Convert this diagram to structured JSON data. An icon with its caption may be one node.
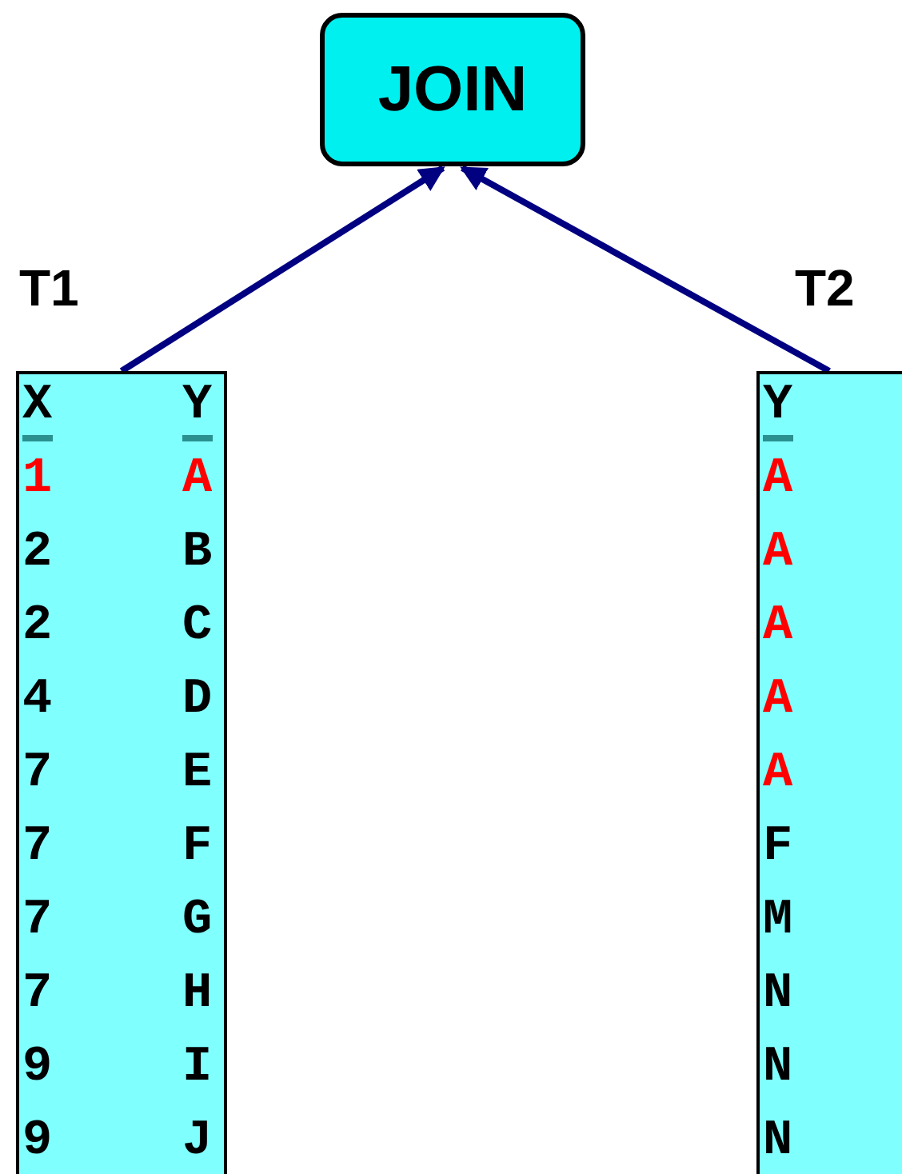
{
  "diagram": {
    "nodes": [
      {
        "text": [
          "JOIN"
        ]
      },
      {
        "text": [
          "T1",
          "X",
          "Y",
          "1",
          "A",
          "2",
          "B",
          "2",
          "C",
          "4",
          "D",
          "7",
          "E",
          "7",
          "F",
          "7",
          "G",
          "7",
          "H",
          "9",
          "I",
          "9",
          "J"
        ]
      },
      {
        "text": [
          "T2",
          "Y",
          "A",
          "A",
          "A",
          "A",
          "A",
          "F",
          "M",
          "N",
          "N",
          "N"
        ]
      }
    ],
    "edges": [
      {
        "from": 1,
        "to": 0,
        "arrow": "to",
        "color": "#000080"
      },
      {
        "from": 2,
        "to": 0,
        "arrow": "to",
        "color": "#000080"
      }
    ]
  }
}
